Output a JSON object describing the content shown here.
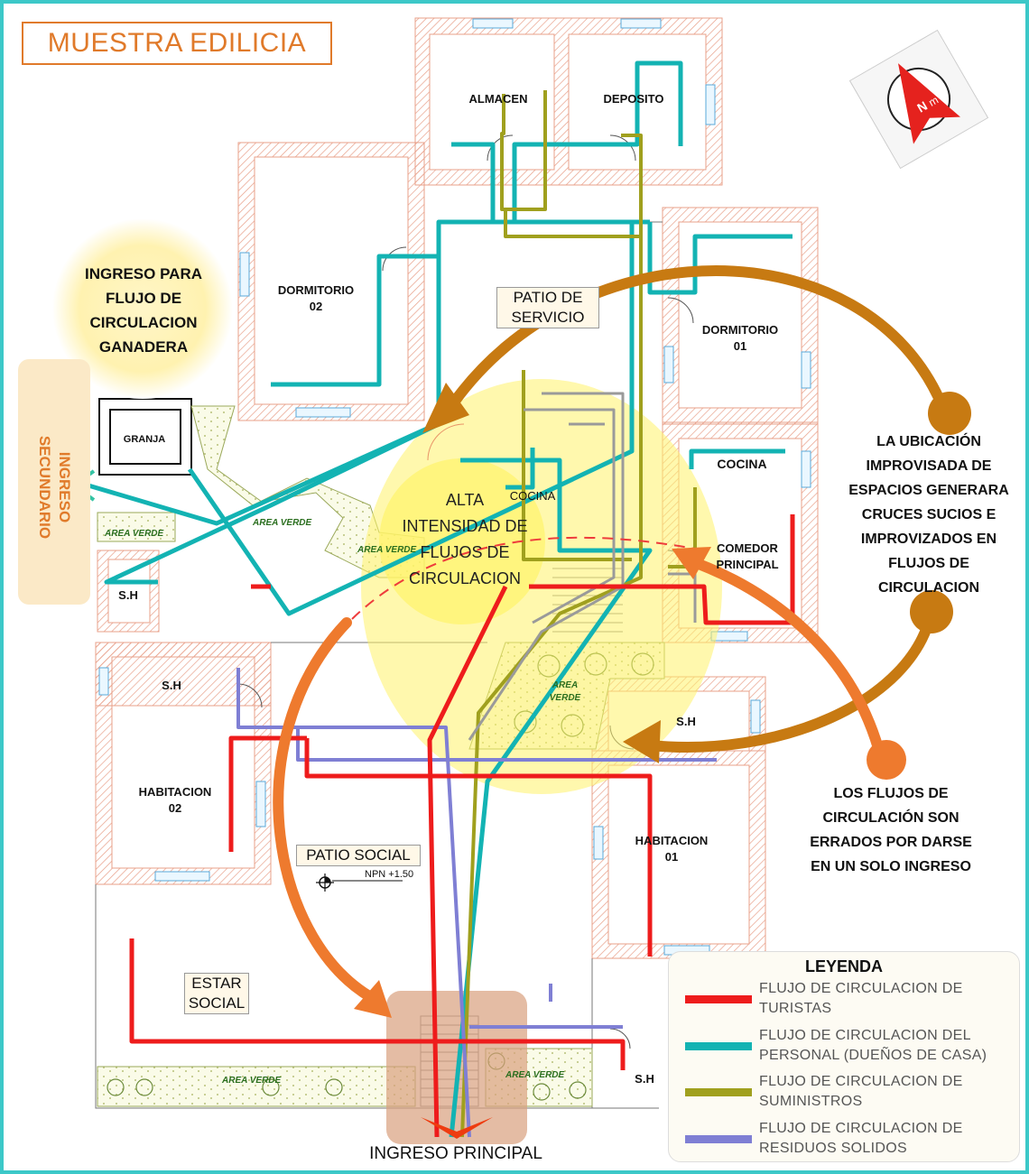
{
  "title": "MUESTRA EDILICIA",
  "rooms": {
    "almacen": "ALMACEN",
    "deposito": "DEPOSITO",
    "dormitorio02": [
      "DORMITORIO",
      "02"
    ],
    "patio_servicio": [
      "PATIO DE",
      "SERVICIO"
    ],
    "dormitorio01": [
      "DORMITORIO",
      "01"
    ],
    "granja": "GRANJA",
    "cocina_a": "COCINA",
    "cocina_b": "COCINA",
    "comedor": [
      "COMEDOR",
      "PRINCIPAL"
    ],
    "area_verde_1": "AREA VERDE",
    "area_verde_2": "AREA VERDE",
    "area_verde_3": "AREA VERDE",
    "area_verde_4": [
      "AREA",
      "VERDE"
    ],
    "area_verde_5": "AREA VERDE",
    "area_verde_6": "AREA VERDE",
    "sh_1": "S.H",
    "sh_2": "S.H",
    "sh_3": "S.H",
    "sh_4": "S.H",
    "habitacion02": [
      "HABITACION",
      "02"
    ],
    "habitacion01": [
      "HABITACION",
      "01"
    ],
    "patio_social": "PATIO SOCIAL",
    "npn": "NPN +1.50",
    "estar_social": [
      "ESTAR",
      "SOCIAL"
    ]
  },
  "callouts": {
    "ingreso_ganadera": [
      "INGRESO PARA",
      "FLUJO DE",
      "CIRCULACION",
      "GANADERA"
    ],
    "ingreso_secundario": [
      "INGRESO",
      "SECUNDARIO"
    ],
    "alta_intensidad": [
      "ALTA",
      "INTENSIDAD DE",
      "FLUJOS DE",
      "CIRCULACION"
    ],
    "ubicacion_improvisada": [
      "LA UBICACIÓN",
      "IMPROVISADA DE",
      "ESPACIOS GENERARA",
      "CRUCES SUCIOS E",
      "IMPROVIZADOS EN",
      "FLUJOS DE",
      "CIRCULACION"
    ],
    "flujos_errados": [
      "LOS FLUJOS DE",
      "CIRCULACIÓN SON",
      "ERRADOS POR DARSE",
      "EN UN SOLO INGRESO"
    ],
    "ingreso_principal": "INGRESO PRINCIPAL"
  },
  "compass": {
    "label": "N m",
    "icon": "north-arrow-icon"
  },
  "legend": {
    "title": "LEYENDA",
    "items": [
      {
        "label": [
          "FLUJO DE CIRCULACION DE",
          "TURISTAS"
        ],
        "color": "#ee1c1c"
      },
      {
        "label": [
          "FLUJO DE CIRCULACION DEL",
          "PERSONAL (DUEÑOS DE CASA)"
        ],
        "color": "#13b3b3"
      },
      {
        "label": [
          "FLUJO DE CIRCULACION DE",
          "SUMINISTROS"
        ],
        "color": "#a0a01e"
      },
      {
        "label": [
          "FLUJO DE CIRCULACION DE",
          "RESIDUOS SOLIDOS"
        ],
        "color": "#7f7fd4"
      }
    ]
  },
  "colors": {
    "turistas": "#ee1c1c",
    "personal": "#13b3b3",
    "suministros": "#a0a01e",
    "residuos": "#7f7fd4",
    "accent": "#e07a2a",
    "wall_hatch": "#e8a08a",
    "highlight": "#fff36a"
  }
}
